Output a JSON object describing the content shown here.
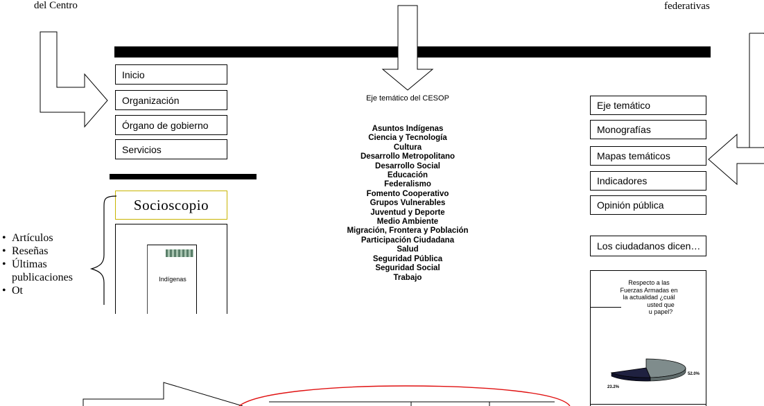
{
  "annotations": {
    "top_left": "del Centro",
    "top_right": "federativas"
  },
  "left_menu": [
    "Inicio",
    "Organización",
    "Órgano de gobierno",
    "Servicios"
  ],
  "socioscopio": {
    "logo_text": "Socioscopio",
    "thumb_label": "Indígenas"
  },
  "bullets": [
    "Artículos",
    "Reseñas",
    "Últimas publicaciones",
    "Ot"
  ],
  "center": {
    "title": "Eje temático del CESOP",
    "topics": [
      "Asuntos Indígenas",
      "Ciencia y Tecnología",
      "Cultura",
      "Desarrollo Metropolitano",
      "Desarrollo Social",
      "Educación",
      "Federalismo",
      "Fomento Cooperativo",
      "Grupos Vulnerables",
      "Juventud y Deporte",
      "Medio Ambiente",
      "Migración, Frontera y Población",
      "Participación Ciudadana",
      "Salud",
      "Seguridad Pública",
      "Seguridad Social",
      "Trabajo"
    ]
  },
  "right_menu": [
    "Eje temático",
    "Monografías",
    "Mapas temáticos",
    "Indicadores",
    "Opinión pública"
  ],
  "ciudadanos": "Los ciudadanos dicen…",
  "poll": {
    "lines": [
      "Respecto a las",
      "Fuerzas Armadas en",
      "la actualidad ¿cuál",
      "usted que",
      "u papel?"
    ],
    "label_a": "52.0%",
    "label_b": "23.2%"
  },
  "colors": {
    "bar": "#000000",
    "logo_border": "#c8b400",
    "ellipse": "#e01010",
    "pie_grey": "#7f8c8c",
    "pie_navy": "#1f2140"
  }
}
